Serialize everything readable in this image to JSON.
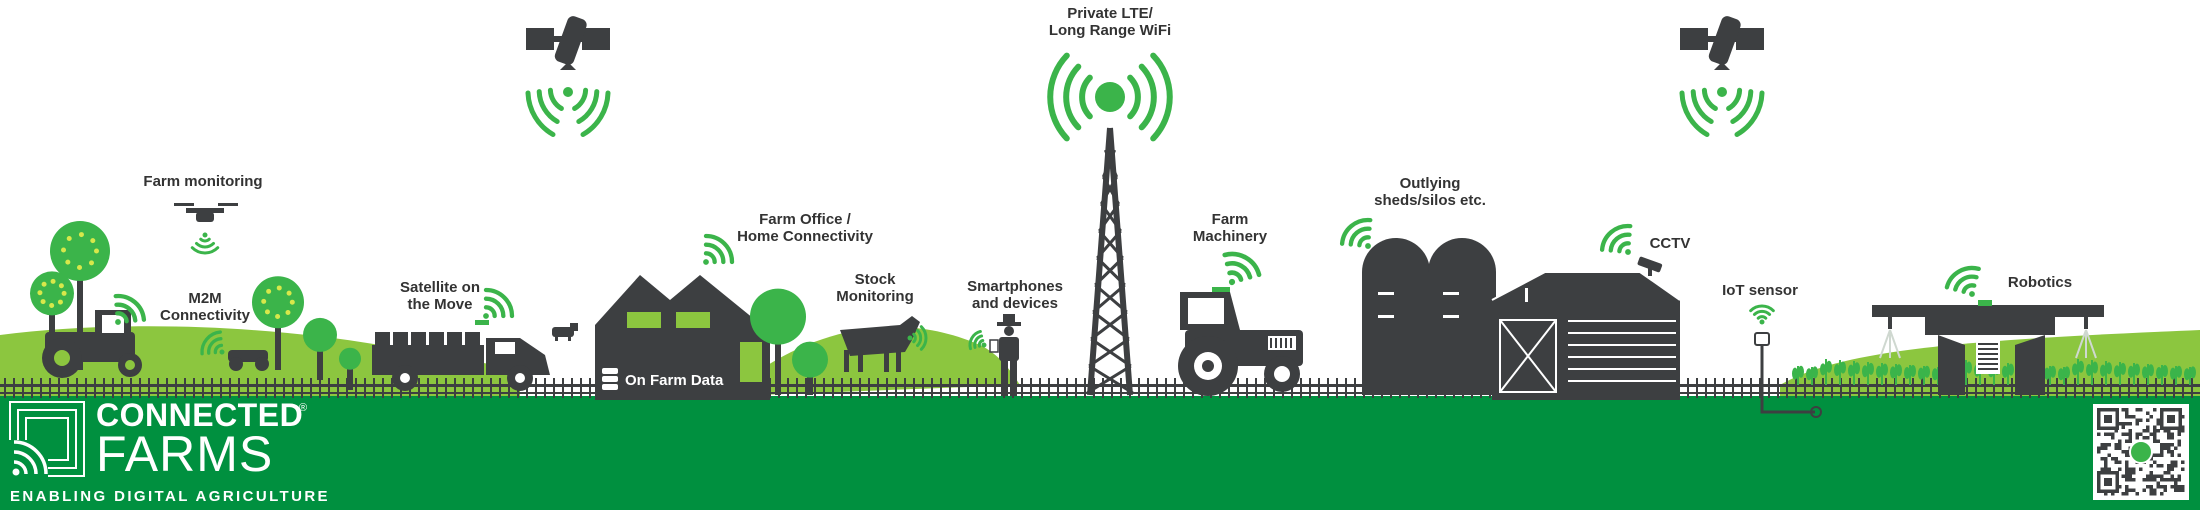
{
  "colors": {
    "green": "#3bb44a",
    "ground": "#00903f",
    "dark": "#3d3f41",
    "text": "#333333",
    "white": "#ffffff"
  },
  "labels": {
    "farm_monitoring": "Farm monitoring",
    "m2m": "M2M\nConnectivity",
    "satellite_move": "Satellite on\nthe Move",
    "on_farm_data": "On Farm Data",
    "farm_office": "Farm Office /\nHome Connectivity",
    "stock": "Stock\nMonitoring",
    "smartphones": "Smartphones\nand devices",
    "private_lte": "Private LTE/\nLong Range WiFi",
    "farm_machinery": "Farm\nMachinery",
    "outlying": "Outlying\nsheds/silos etc.",
    "cctv": "CCTV",
    "iot": "IoT sensor",
    "robotics": "Robotics"
  },
  "brand": {
    "line1": "CONNECTED",
    "line2": "FARMS",
    "reg": "®",
    "tagline": "ENABLING DIGITAL AGRICULTURE"
  },
  "icons": {
    "satellite": "satellite-icon",
    "drone": "drone-icon",
    "tower": "lte-tower-icon",
    "qr": "qr-code-icon"
  }
}
